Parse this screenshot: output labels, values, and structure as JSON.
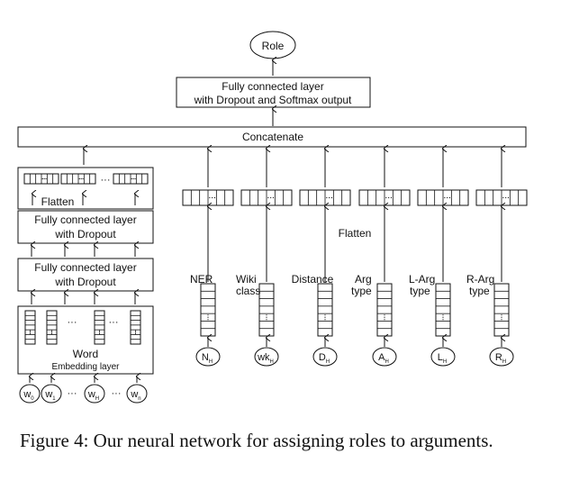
{
  "output_node": "Role",
  "fc_top": {
    "line1": "Fully connected layer",
    "line2": "with Dropout and Softmax output"
  },
  "concat": "Concatenate",
  "left": {
    "flatten": "Flatten",
    "fc1": {
      "line1": "Fully connected layer",
      "line2": "with Dropout"
    },
    "fc2": {
      "line1": "Fully connected layer",
      "line2": "with Dropout"
    },
    "embedding": {
      "line1": "Word",
      "line2": "Embedding layer"
    },
    "inputs": [
      {
        "main": "w",
        "sub": "0"
      },
      {
        "main": "w",
        "sub": "1"
      },
      {
        "main": "w",
        "sub": "H"
      },
      {
        "main": "w",
        "sub": "n"
      }
    ],
    "ellipsis": "···"
  },
  "flatten_label": "Flatten",
  "features": [
    {
      "label1": "NER",
      "label2": "",
      "node": "N",
      "sub": "H"
    },
    {
      "label1": "Wiki",
      "label2": "class",
      "node": "wk",
      "sub": "H"
    },
    {
      "label1": "Distance",
      "label2": "",
      "node": "D",
      "sub": "H"
    },
    {
      "label1": "Arg",
      "label2": "type",
      "node": "A",
      "sub": "H"
    },
    {
      "label1": "L-Arg",
      "label2": "type",
      "node": "L",
      "sub": "H"
    },
    {
      "label1": "R-Arg",
      "label2": "type",
      "node": "R",
      "sub": "H"
    }
  ],
  "caption": "Figure 4: Our neural network for assigning roles to arguments."
}
